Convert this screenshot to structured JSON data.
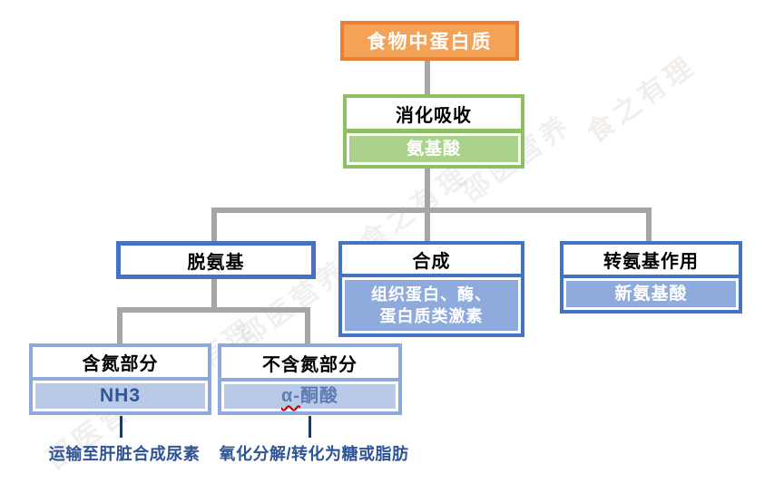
{
  "nodes": {
    "food_protein": {
      "label": "食物中蛋白质"
    },
    "digestion": {
      "title": "消化吸收",
      "value": "氨基酸"
    },
    "deamination": {
      "title": "脱氨基"
    },
    "synthesis": {
      "title": "合成",
      "value_line1": "组织蛋白、酶、",
      "value_line2": "蛋白质类激素"
    },
    "transamination": {
      "title": "转氨基作用",
      "value": "新氨基酸"
    },
    "nitrogenous": {
      "title": "含氮部分",
      "value": "NH3"
    },
    "non_nitrogenous": {
      "title": "不含氮部分",
      "value_alpha": "α-",
      "value_rest": "酮酸"
    },
    "urea_note": {
      "label": "运输至肝脏合成尿素"
    },
    "oxidation_note": {
      "label": "氧化分解/转化为糖或脂肪"
    }
  },
  "watermarks": {
    "w1": "食之有理",
    "w2": "邵医营养",
    "w3": "食之有理",
    "w4": "邵医营养",
    "w5": "食之有理",
    "w6": "邵医营养"
  },
  "colors": {
    "orange_border": "#ED7D31",
    "orange_fill": "#F3A257",
    "green_border": "#8DC063",
    "green_fill": "#ABD28A",
    "blue_border": "#4472C4",
    "blue_fill": "#8FAADC",
    "lightblue_border": "#8EA9DB",
    "lightblue_fill": "#B9C9E8",
    "nh3_text": "#2F5597",
    "keto_text": "#5E7DB2",
    "note_text": "#2F5496",
    "connector_gray": "#A6A6A6",
    "connector_navy": "#1F3864",
    "squiggle_red": "#C00000"
  }
}
